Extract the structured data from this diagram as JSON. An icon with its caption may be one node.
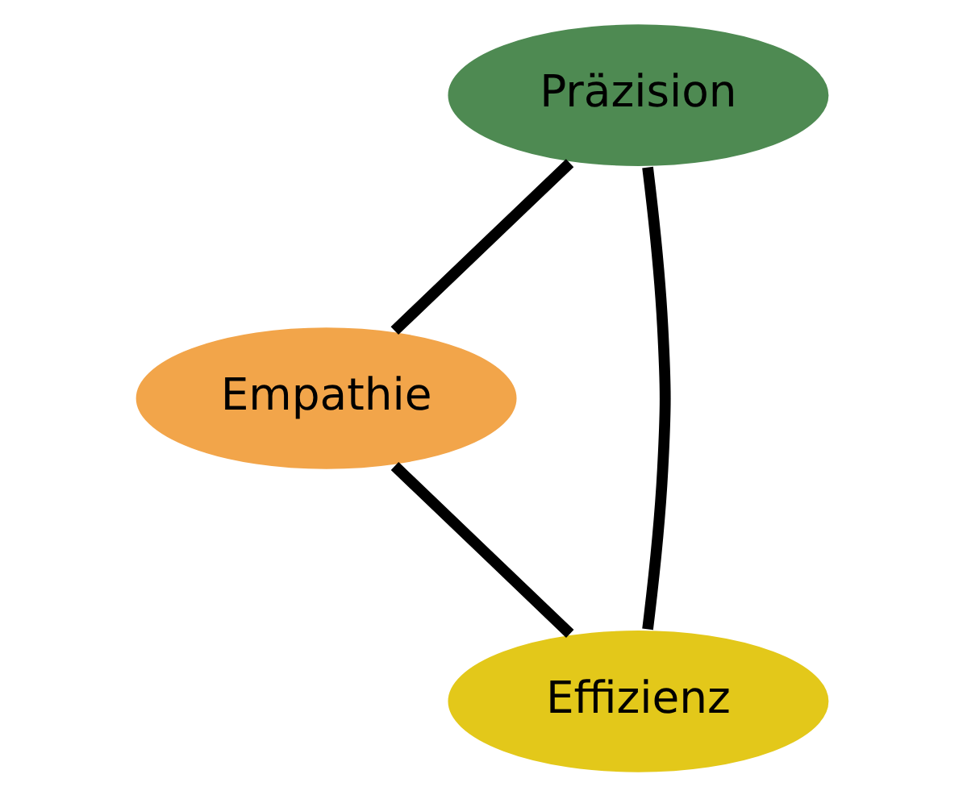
{
  "diagram": {
    "nodes": [
      {
        "text": [
          "Präzision"
        ]
      },
      {
        "text": [
          "Empathie"
        ]
      },
      {
        "text": [
          "Effizienz"
        ]
      }
    ],
    "edges": [
      {
        "from": 0,
        "to": 1,
        "arrow": "none"
      },
      {
        "from": 1,
        "to": 2,
        "arrow": "none"
      },
      {
        "from": 2,
        "to": 0,
        "arrow": "none"
      }
    ]
  }
}
